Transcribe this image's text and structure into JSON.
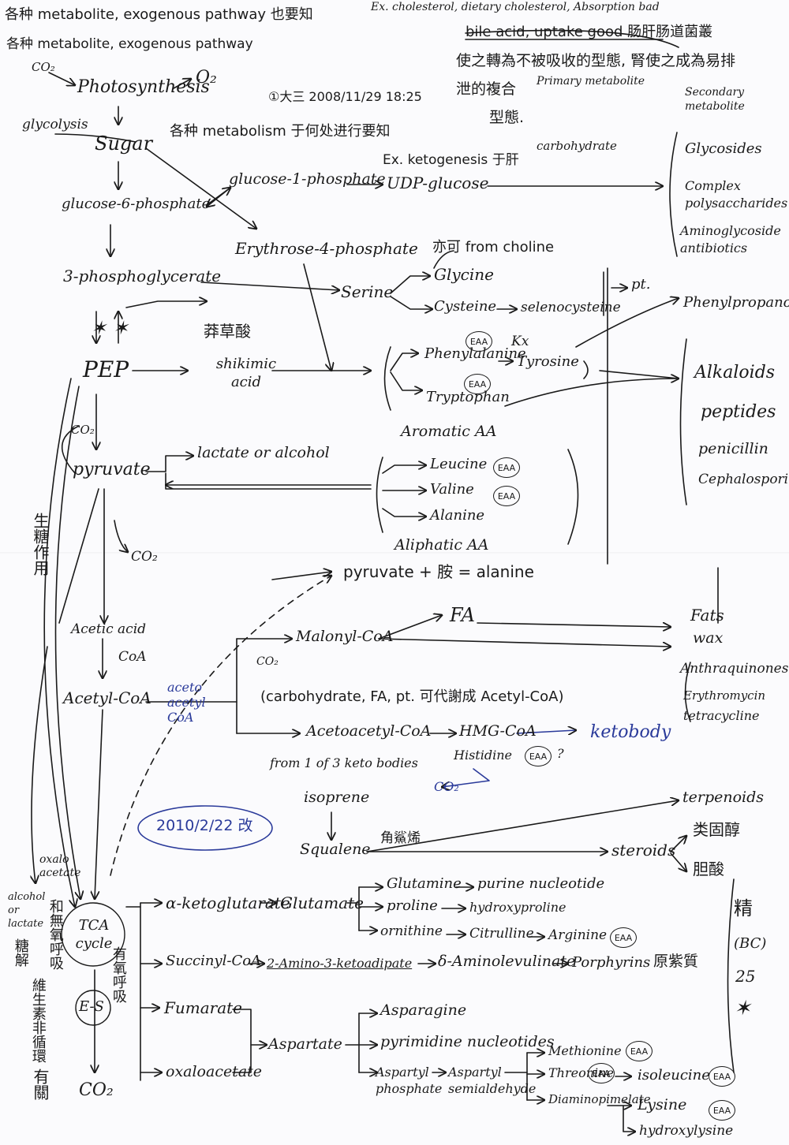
{
  "header": {
    "line1": "各种 metabolite, exogenous pathway 也要知",
    "line2": "各种 metabolite, exogenous pathway",
    "ex_cholesterol": "Ex. cholesterol, dietary cholesterol, Absorption bad",
    "bile_line": "bile acid, uptake good 肠肝肠道菌叢",
    "transform_line": "使之轉為不被吸收的型態, 腎使之成為易排",
    "excrete_line": "泄的複合",
    "form_line": "型態.",
    "primary_metabolite": "Primary metabolite",
    "secondary_metabolite": "Secondary metabolite",
    "date_note": "①大三 2008/11/29 18:25",
    "metabolism_note": "各种 metabolism 于何处进行要知",
    "ex_ketogenesis": "Ex. ketogenesis 于肝",
    "carbohydrate": "carbohydrate"
  },
  "nodes": {
    "co2_top": "CO₂",
    "photosynthesis": "Photosynthesis",
    "o2": "O₂",
    "glycolysis": "glycolysis",
    "sugar": "Sugar",
    "g6p": "glucose-6-phosphate",
    "g1p": "glucose-1-phosphate",
    "udp_glucose": "UDP-glucose",
    "e4p": "Erythrose-4-phosphate",
    "pga": "3-phosphoglycerate",
    "serine": "Serine",
    "glycine": "Glycine",
    "cysteine": "Cysteine",
    "selenocysteine": "selenocysteine",
    "from_choline": "亦可 from choline",
    "pt": "pt.",
    "pep": "PEP",
    "shikimic_cjk": "莽草酸",
    "shikimic": "shikimic acid",
    "phenylalanine": "Phenylalanine",
    "tyrosine": "Tyrosine",
    "tryptophan": "Tryptophan",
    "aromatic_aa": "Aromatic AA",
    "kx": "Kx",
    "co2_left": "CO₂",
    "pyruvate": "pyruvate",
    "lactate": "lactate or alcohol",
    "leucine": "Leucine",
    "valine": "Valine",
    "alanine": "Alanine",
    "aliphatic_aa": "Aliphatic AA",
    "pyruvate_alanine": "pyruvate + 胺 = alanine",
    "co2_mid": "CO₂",
    "acetic_acid": "Acetic acid",
    "coa": "CoA",
    "acetyl_coa": "Acetyl-CoA",
    "aceto_acetyl": "aceto acetyl CoA",
    "malonyl": "Malonyl-CoA",
    "co2_malonyl": "CO₂",
    "fa": "FA",
    "carb_note": "(carbohydrate, FA, pt. 可代謝成 Acetyl-CoA)",
    "acetoacetyl": "Acetoacetyl-CoA",
    "hmg": "HMG-CoA",
    "ketobody": "ketobody",
    "histidine": "Histidine",
    "question": "?",
    "keto_bodies": "from 1 of 3 keto bodies",
    "co2_blue": "CO₂",
    "isoprene": "isoprene",
    "squalene": "Squalene",
    "squalene_cjk": "角鯊烯",
    "steroids": "steroids",
    "revision_date": "2010/2/22 改",
    "tca": "TCA cycle",
    "co2_bottom": "CO₂",
    "oxalo_acetate": "oxalo acetate",
    "akg": "α-ketoglutarate",
    "glutamate": "Glutamate",
    "glutamine": "Glutamine",
    "purine": "purine nucleotide",
    "proline": "proline",
    "hydroxyproline": "hydroxyproline",
    "ornithine": "ornithine",
    "citrulline": "Citrulline",
    "arginine": "Arginine",
    "succinyl": "Succinyl-CoA",
    "amino_keto": "2-Amino-3-ketoadipate",
    "ala": "δ-Aminolevulinate",
    "porphyrins": "Porphyrins",
    "porphyrins_cjk": "原紫質",
    "fumarate": "Fumarate",
    "oxaloacetate": "oxaloacetate",
    "aspartate": "Aspartate",
    "asparagine": "Asparagine",
    "pyrimidine": "pyrimidine nucleotides",
    "aspartyl_p": "Aspartyl phosphate",
    "aspartyl_s": "Aspartyl semialdehyde",
    "methionine": "Methionine",
    "threonine": "Threonine",
    "isoleucine": "isoleucine",
    "diaminopimelate": "Diaminopimelate",
    "lysine": "Lysine",
    "hydroxylysine": "hydroxylysine",
    "e_s": "E-S",
    "alcohol_note": "alcohol or lactate",
    "gluconeo_cjk": "生糖作用",
    "left_cjk1": "和無氧呼吸",
    "left_cjk2": "維生素非循環",
    "left_cjk3": "有關",
    "right_cjk": "有氧呼吸",
    "left_cjk_b": "糖解"
  },
  "secondary": {
    "glycosides": "Glycosides",
    "complex_poly": "Complex polysaccharides",
    "aminoglycoside": "Aminoglycoside antibiotics",
    "phenylpropanoids": "Phenylpropanoids",
    "alkaloids": "Alkaloids",
    "peptides": "peptides",
    "penicillin": "penicillin",
    "cephalosporin": "Cephalosporin",
    "fats": "Fats",
    "wax": "wax",
    "anthraquinones": "Anthraquinones",
    "erythromycin": "Erythromycin",
    "tetracycline": "tetracycline",
    "terpenoids": "terpenoids",
    "sterol_cjk": "类固醇",
    "bile_acid_cjk": "胆酸",
    "note_jing": "精",
    "note_bc": "(BC)",
    "note_25": "25",
    "note_star": "✶"
  },
  "tags": {
    "eaa": "EAA"
  }
}
